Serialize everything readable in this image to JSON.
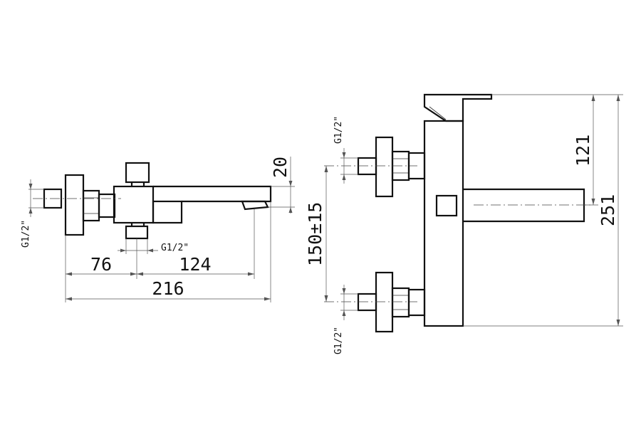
{
  "dimensions": {
    "width_76": "76",
    "width_124": "124",
    "width_216": "216",
    "height_20": "20",
    "height_121": "121",
    "height_251": "251",
    "centers": "150±15",
    "thread_left": "G1/2\"",
    "thread_side_bottom": "G1/2\"",
    "thread_front_top": "G1/2\"",
    "thread_front_bottom": "G1/2\""
  },
  "colors": {
    "line": "#111111",
    "dim": "#555555",
    "background": "#ffffff"
  }
}
